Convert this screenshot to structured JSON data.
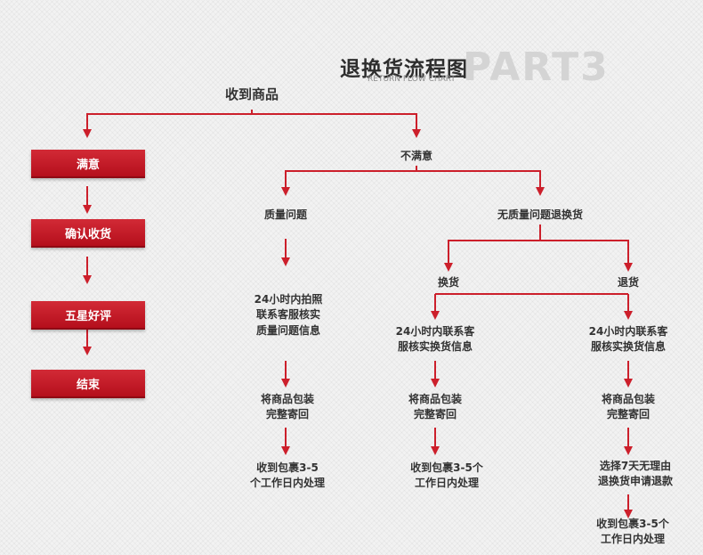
{
  "header": {
    "title_cn": "退换货流程图",
    "title_en": "RETURN FLOW CHART",
    "part": "PART3"
  },
  "nodes": {
    "start": "收到商品",
    "satisfied": "满意",
    "confirm": "确认收货",
    "five_star": "五星好评",
    "end": "结束",
    "unsatisfied": "不满意",
    "quality_issue": "质量问题",
    "no_quality_issue": "无质量问题退换货",
    "exchange": "换货",
    "refund": "退货",
    "q_step1": [
      "24小时内拍照",
      "联系客服核实",
      "质量问题信息"
    ],
    "q_step2": [
      "将商品包装",
      "完整寄回"
    ],
    "q_step3": [
      "收到包裹3-5",
      "个工作日内处理"
    ],
    "ex_step1": [
      "24小时内联系客",
      "服核实换货信息"
    ],
    "ex_step2": [
      "将商品包装",
      "完整寄回"
    ],
    "ex_step3": [
      "收到包裹3-5个",
      "工作日内处理"
    ],
    "rf_step1": [
      "24小时内联系客",
      "服核实换货信息"
    ],
    "rf_step2": [
      "将商品包装",
      "完整寄回"
    ],
    "rf_step3": [
      "选择7天无理由",
      "退换货申请退款"
    ],
    "rf_step4": [
      "收到包裹3-5个",
      "工作日内处理"
    ]
  },
  "colors": {
    "line": "#cc1f2b",
    "box": "#c41c28"
  }
}
